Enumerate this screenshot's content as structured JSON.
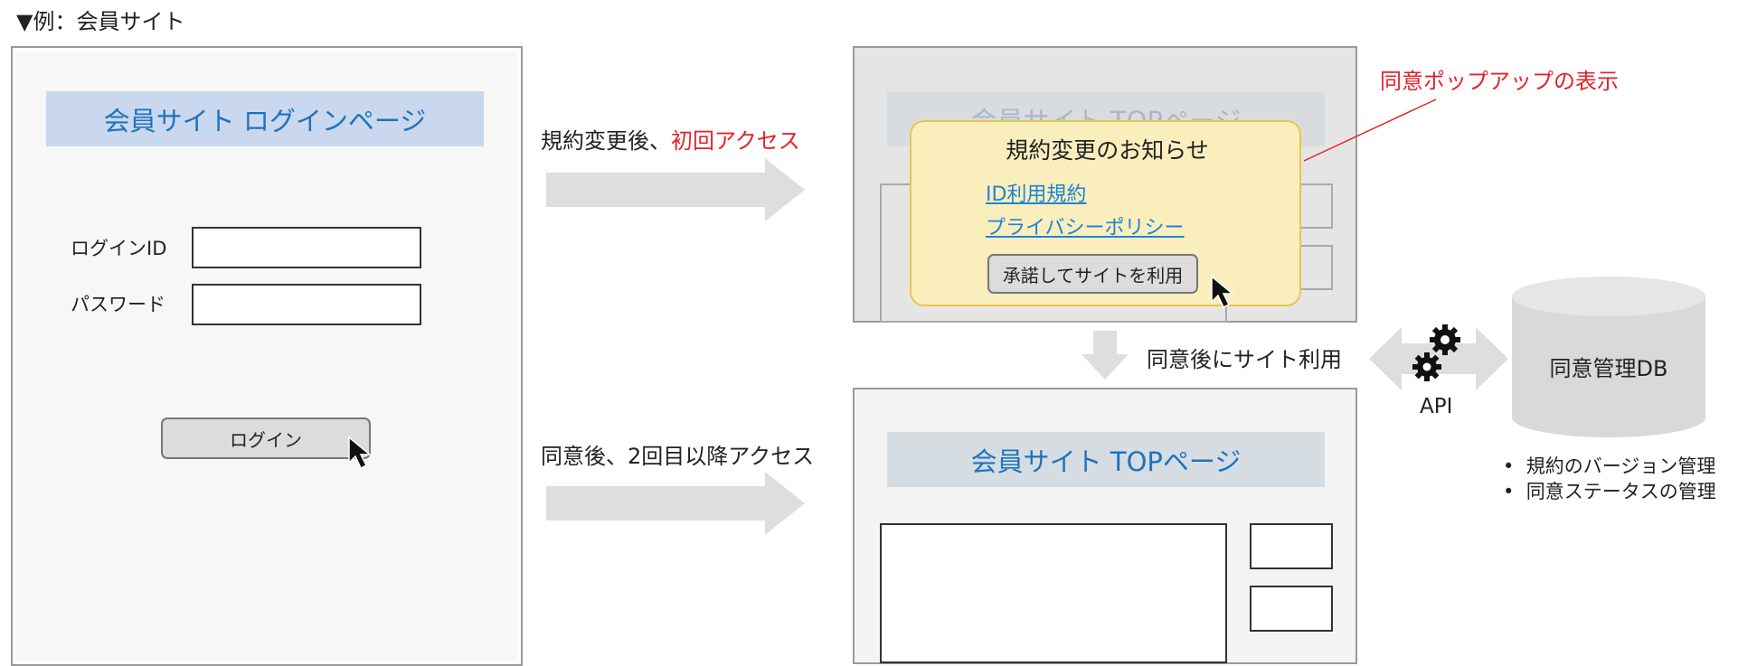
{
  "caption": "▼例：会員サイト",
  "login_page": {
    "header": "会員サイト ログインページ",
    "login_id_label": "ログインID",
    "password_label": "パスワード",
    "login_button": "ログイン"
  },
  "flow": {
    "first_access_prefix": "規約変更後、",
    "first_access_highlight": "初回アクセス",
    "second_access": "同意後、2回目以降アクセス",
    "after_consent": "同意後にサイト利用"
  },
  "top_page": {
    "header": "会員サイト TOPページ"
  },
  "popup": {
    "title": "規約変更のお知らせ",
    "link_id_terms": "ID利用規約",
    "link_privacy": "プライバシーポリシー",
    "accept_button": "承諾してサイトを利用"
  },
  "annotation": "同意ポップアップの表示",
  "api_label": "API",
  "db": {
    "label": "同意管理DB",
    "bullets": [
      "規約のバージョン管理",
      "同意ステータスの管理"
    ]
  },
  "colors": {
    "accent_blue": "#1f72bd",
    "highlight_red": "#e8202a",
    "popup_fill": "#fbeebd",
    "arrow_gray": "#dedede"
  }
}
